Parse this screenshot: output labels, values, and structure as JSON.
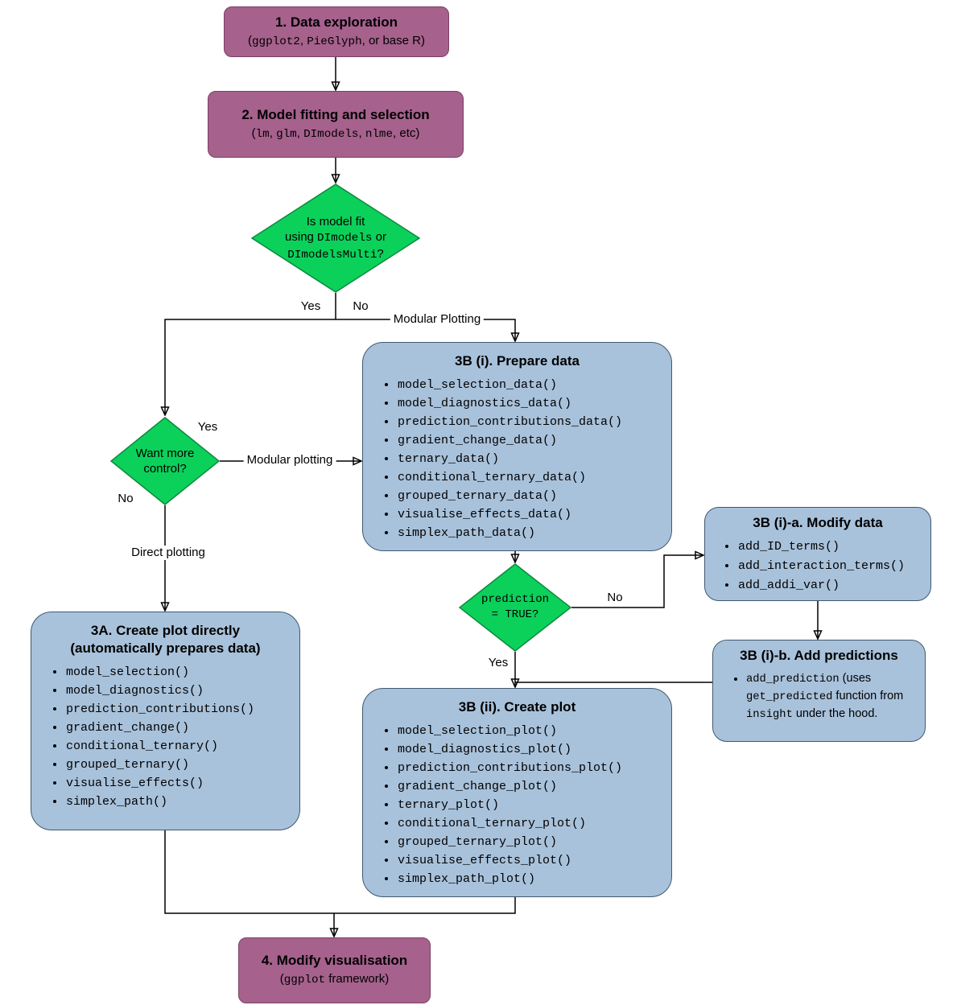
{
  "colors": {
    "purple": "#a6618d",
    "purple-border": "#7a4065",
    "green": "#0bd15b",
    "green-border": "#0b8a3d",
    "blue": "#a9c2db",
    "blue-border": "#41586f"
  },
  "edges": {
    "yes_top": "Yes",
    "no_top": "No",
    "modular_plotting_top": "Modular Plotting",
    "yes_mid": "Yes",
    "modular_plotting_mid": "Modular plotting",
    "no_mid": "No",
    "direct_plotting": "Direct plotting",
    "no_pred": "No",
    "yes_pred": "Yes"
  },
  "nodes": {
    "explore": {
      "title": "1. Data exploration",
      "subtitle": [
        {
          "t": "(",
          "c": false
        },
        {
          "t": "ggplot2",
          "c": true
        },
        {
          "t": ", ",
          "c": false
        },
        {
          "t": "PieGlyph",
          "c": true
        },
        {
          "t": ", or base R)",
          "c": false
        }
      ]
    },
    "model_fit": {
      "title": "2. Model fitting and selection",
      "subtitle": [
        {
          "t": "(",
          "c": false
        },
        {
          "t": "lm",
          "c": true
        },
        {
          "t": ", ",
          "c": false
        },
        {
          "t": "glm",
          "c": true
        },
        {
          "t": ", ",
          "c": false
        },
        {
          "t": "DImodels",
          "c": true
        },
        {
          "t": ", ",
          "c": false
        },
        {
          "t": "nlme",
          "c": true
        },
        {
          "t": ", etc)",
          "c": false
        }
      ]
    },
    "decision_model": {
      "line1": [
        {
          "t": "Is model fit",
          "c": false
        }
      ],
      "line2": [
        {
          "t": "using ",
          "c": false
        },
        {
          "t": "DImodels",
          "c": true
        },
        {
          "t": " or",
          "c": false
        }
      ],
      "line3": [
        {
          "t": "DImodelsMulti",
          "c": true
        },
        {
          "t": "?",
          "c": false
        }
      ]
    },
    "decision_control": {
      "line1": "Want more",
      "line2": "control?"
    },
    "decision_prediction": {
      "line1": "prediction",
      "line2": "= TRUE?"
    },
    "direct_plot": {
      "title_line1": "3A. Create plot directly",
      "title_line2": "(automatically prepares data)",
      "items": [
        "model_selection()",
        "model_diagnostics()",
        "prediction_contributions()",
        "gradient_change()",
        "conditional_ternary()",
        "grouped_ternary()",
        "visualise_effects()",
        "simplex_path()"
      ]
    },
    "prepare_data": {
      "title": "3B (i). Prepare data",
      "items": [
        "model_selection_data()",
        "model_diagnostics_data()",
        "prediction_contributions_data()",
        "gradient_change_data()",
        "ternary_data()",
        "conditional_ternary_data()",
        "grouped_ternary_data()",
        "visualise_effects_data()",
        "simplex_path_data()"
      ]
    },
    "modify_data": {
      "title": "3B (i)-a. Modify data",
      "items": [
        "add_ID_terms()",
        "add_interaction_terms()",
        "add_addi_var()"
      ]
    },
    "add_predictions": {
      "title": "3B (i)-b. Add predictions",
      "items": [
        [
          {
            "t": "add_prediction",
            "c": true
          },
          {
            "t": " (uses ",
            "c": false
          },
          {
            "t": "get_predicted",
            "c": true
          },
          {
            "t": " function from ",
            "c": false
          },
          {
            "t": "insight",
            "c": true
          },
          {
            "t": " under the hood.",
            "c": false
          }
        ]
      ]
    },
    "create_plot": {
      "title": "3B (ii). Create plot",
      "items": [
        "model_selection_plot()",
        "model_diagnostics_plot()",
        "prediction_contributions_plot()",
        "gradient_change_plot()",
        "ternary_plot()",
        "conditional_ternary_plot()",
        "grouped_ternary_plot()",
        "visualise_effects_plot()",
        "simplex_path_plot()"
      ]
    },
    "modify_vis": {
      "title": "4. Modify visualisation",
      "subtitle": [
        {
          "t": "(",
          "c": false
        },
        {
          "t": "ggplot",
          "c": true
        },
        {
          "t": " framework)",
          "c": false
        }
      ]
    }
  }
}
